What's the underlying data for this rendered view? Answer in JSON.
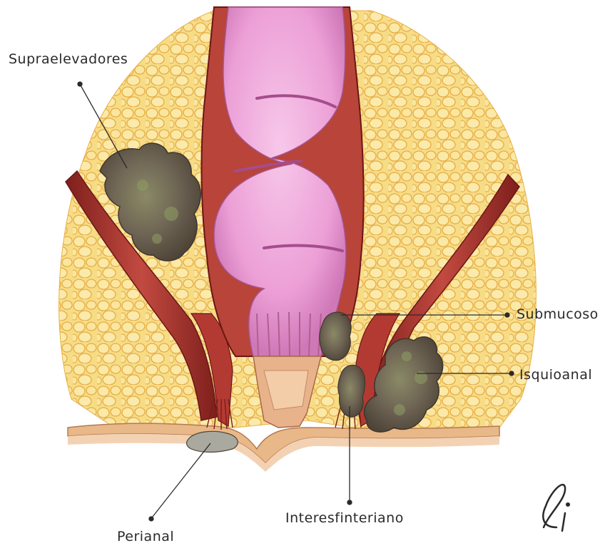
{
  "labels": {
    "supraelevadores": "Supraelevadores",
    "submucoso": "Submucoso",
    "isquioanal": "Isquioanal",
    "interesfinteriano": "Interesfinteriano",
    "perianal": "Perianal"
  },
  "colors": {
    "fat": "#f6d77a",
    "fat_cell_stroke": "#e8b14a",
    "muscle": "#a8322c",
    "muscle_light": "#c8564a",
    "rectum": "#ec9fd6",
    "rectum_shade": "#c66aa8",
    "abscess": "#6b6355",
    "abscess_green": "#7d8a55",
    "skin": "#e7b27f",
    "leader": "#2a2a2a"
  },
  "logo_glyph": "ℓi"
}
